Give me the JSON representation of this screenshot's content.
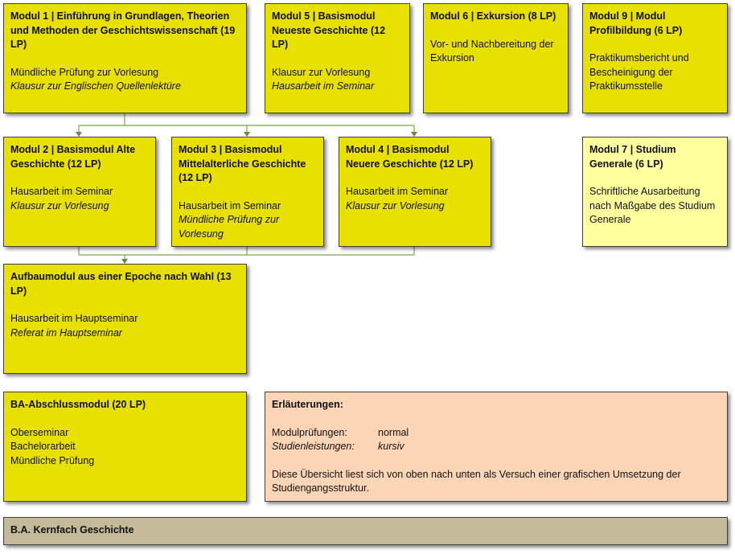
{
  "m1": {
    "title": "Modul 1 | Einführung in Grundlagen, Theorien und Methoden der Geschichtswissenschaft (19 LP)",
    "normal": "Mündliche Prüfung zur Vorlesung",
    "italic": "Klausur zur Englischen Quellenlektüre"
  },
  "m5": {
    "title": "Modul 5 | Basismodul Neueste Geschichte (12 LP)",
    "normal": "Klausur zur Vorlesung",
    "italic": "Hausarbeit im Seminar"
  },
  "m6": {
    "title": "Modul 6 | Exkursion (8 LP)",
    "normal": "Vor- und Nachbereitung der Exkursion"
  },
  "m9": {
    "title": "Modul 9 | Modul Profilbildung (6 LP)",
    "normal": "Praktikumsbericht und Bescheinigung der Praktikumsstelle"
  },
  "m2": {
    "title": "Modul 2 | Basismodul Alte Geschichte (12 LP)",
    "normal": "Hausarbeit im Seminar",
    "italic": "Klausur zur Vorlesung"
  },
  "m3": {
    "title": "Modul 3 | Basismodul Mittelalterliche Geschichte (12 LP)",
    "normal": "Hausarbeit im Seminar",
    "italic": "Mündliche Prüfung zur Vorlesung"
  },
  "m4": {
    "title": "Modul 4 | Basismodul Neuere Geschichte (12 LP)",
    "normal": "Hausarbeit im Seminar",
    "italic": "Klausur zur Vorlesung"
  },
  "m7": {
    "title": "Modul 7 | Studium Generale (6 LP)",
    "normal": "Schriftliche Ausarbeitung nach Maßgabe des Studium Generale"
  },
  "aufbau": {
    "title": "Aufbaumodul aus einer Epoche nach Wahl (13 LP)",
    "normal": "Hausarbeit im Hauptseminar",
    "italic": "Referat im Hauptseminar"
  },
  "ba": {
    "title": "BA-Abschlussmodul (20 LP)",
    "items": [
      "Oberseminar",
      "Bachelorarbeit",
      "Mündliche Prüfung"
    ]
  },
  "legend": {
    "title": "Erläuterungen:",
    "row1_key": "Modulprüfungen:",
    "row1_val": "normal",
    "row2_key": "Studienleistungen:",
    "row2_val": "kursiv",
    "note": "Diese Übersicht liest sich von oben nach unten als Versuch einer grafischen Umsetzung der Studiengangsstruktur."
  },
  "footer": {
    "title": "B.A. Kernfach Geschichte"
  },
  "colors": {
    "module": "#e8e000",
    "studium_generale": "#ffff9e",
    "legend": "#fcd5b6",
    "footer": "#c4b998",
    "connector": "#70a040"
  }
}
